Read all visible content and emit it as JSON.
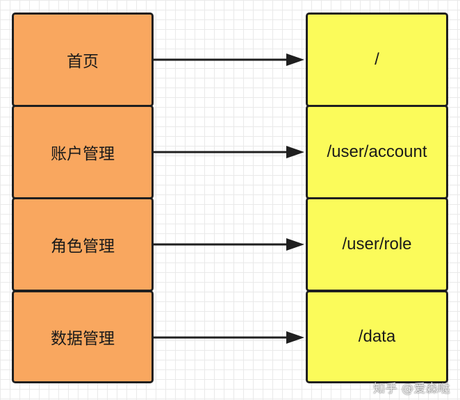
{
  "diagram": {
    "pages": [
      {
        "label": "首页"
      },
      {
        "label": "账户管理"
      },
      {
        "label": "角色管理"
      },
      {
        "label": "数据管理"
      }
    ],
    "routes": [
      {
        "path": "/"
      },
      {
        "path": "/user/account"
      },
      {
        "path": "/user/role"
      },
      {
        "path": "/data"
      }
    ],
    "colors": {
      "page_box": "#f9a75f",
      "route_box": "#fbfb5a",
      "border": "#1f1f1f",
      "arrow": "#1f1f1f"
    }
  },
  "watermark": "知乎 @爱森哒"
}
